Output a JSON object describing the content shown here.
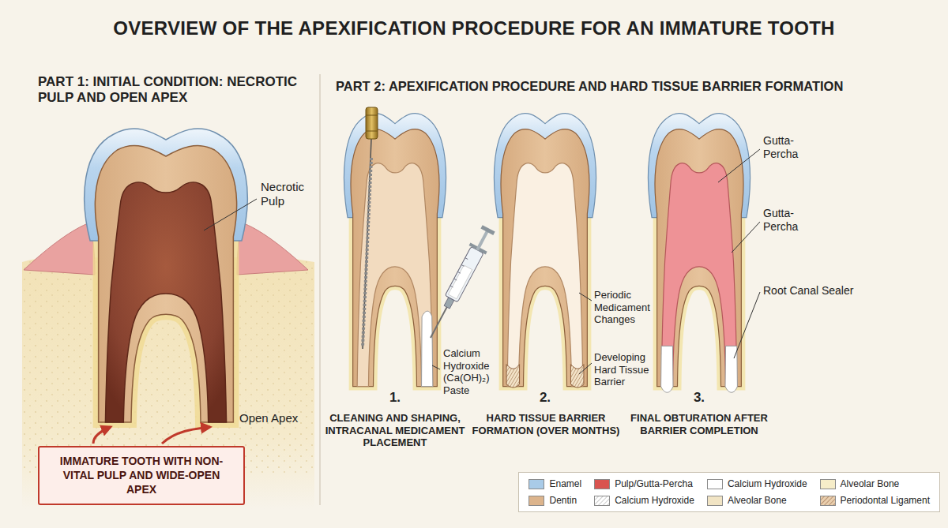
{
  "diagram": {
    "title": "OVERVIEW OF THE APEXIFICATION PROCEDURE FOR AN IMMATURE TOOTH",
    "nodes": [
      {
        "text": [
          "IMMATURE TOOTH WITH NON-VITAL PULP AND WIDE-OPEN APEX"
        ]
      }
    ],
    "labels": [
      "PART 1: INITIAL CONDITION: NECROTIC PULP AND OPEN APEX",
      "PART 2: APEXIFICATION PROCEDURE AND HARD TISSUE BARRIER FORMATION",
      "Necrotic Pulp",
      "Open Apex",
      "Calcium Hydroxide (Ca(OH)₂) Paste",
      "1.",
      "CLEANING AND SHAPING, INTRACANAL MEDICAMENT PLACEMENT",
      "Periodic Medicament Changes",
      "Developing Hard Tissue Barrier",
      "2.",
      "HARD TISSUE BARRIER FORMATION (OVER MONTHS)",
      "Gutta-Percha",
      "Gutta-Percha",
      "Root Canal Sealer",
      "3.",
      "FINAL OBTURATION AFTER BARRIER COMPLETION"
    ],
    "legend": [
      {
        "text": "Enamel",
        "color": "#a9cbe8"
      },
      {
        "text": "Pulp/Gutta-Percha",
        "color": "#d9534f"
      },
      {
        "text": "Calcium Hydroxide",
        "color": "#ffffff"
      },
      {
        "text": "Alveolar Bone",
        "color": "#f6edc9"
      },
      {
        "text": "Dentin",
        "color": "#dcb48c"
      },
      {
        "text": "Calcium Hydroxide"
      },
      {
        "text": "Alveolar Bone",
        "color": "#f1e4c4"
      },
      {
        "text": "Periodontal Ligament"
      }
    ]
  }
}
